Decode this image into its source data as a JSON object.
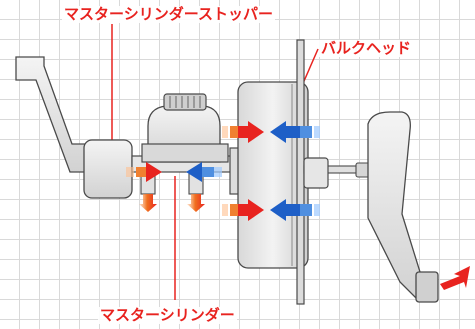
{
  "labels": {
    "master_cylinder_stopper": "マスターシリンダーストッパー",
    "bulkhead": "バルクヘッド",
    "master_cylinder": "マスターシリンダー"
  },
  "colors": {
    "label_red": "#e8231f",
    "arrow_red": "#e8231f",
    "arrow_blue": "#1e5fc7",
    "part_fill": "#e9e9e9",
    "part_stroke": "#4a4a4a",
    "grid": "#d9d9d9"
  }
}
